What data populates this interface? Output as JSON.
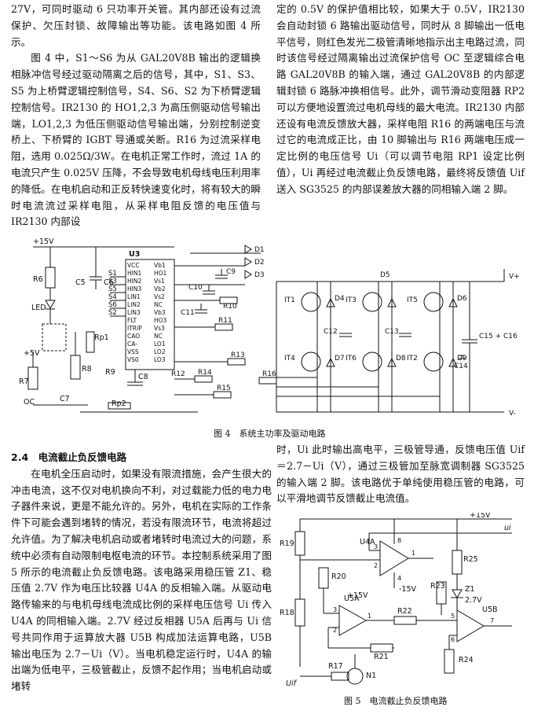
{
  "top_left": {
    "p1": "27V，可同时驱动 6 只功率开关管。其内部还设有过流保护、欠压封锁、故障输出等功能。该电路如图 4 所示。",
    "p2": "图 4 中，S1～S6 为从 GAL20V8B 输出的逻辑换相脉冲信号经过驱动隔离之后的信号，其中，S1、S3、S5 为上桥臂逻辑控制信号，S4、S6、S2 为下桥臂逻辑控制信号。IR2130 的 HO1,2,3 为高压侧驱动信号输出端，LO1,2,3 为低压侧驱动信号输出端，分别控制逆变桥上、下桥臂的 IGBT 导通或关断。R16 为过流采样电阻，选用 0.025Ω/3W。在电机正常工作时，流过 1A 的电流只产生 0.025V 压降，不会导致电机母线电压利用率的降低。在电机启动和正反转快速变化时，将有较大的瞬时电流流过采样电阻，从采样电阻反馈的电压值与 IR2130 内部设"
  },
  "top_right": {
    "p1": "定的 0.5V 的保护值相比较，如果大于 0.5V，IR2130 会自动封锁 6 路输出驱动信号，同时从 8 脚输出一低电平信号，则红色发光二极管清晰地指示出主电路过流，同时该信号经过隔离输出过流保护信号 OC 至逻辑综合电路 GAL20V8B 的输入端，通过 GAL20V8B 的内部逻辑封锁 6 路脉冲换相信号。此外，调节滑动变阻器 RP2 可以方便地设置流过电机母线的最大电流。IR2130 内部还设有电流反馈放大器，采样电阻 R16 的两端电压与流过它的电流成正比，由 10 脚输出与 R16 两端电压成一定比例的电压信号 Ui（可以调节电阻 RP1 设定比例值），Ui 再经过电流截止负反馈电路，最终将反馈值 Uif 送入 SG3525 的内部误差放大器的同相输入端 2 脚。"
  },
  "fig4": {
    "caption": "图 4　系统主功率及驱动电路",
    "labels": {
      "vcc": "+15V",
      "r6": "R6",
      "c5": "C5",
      "c6": "C6",
      "led": "LED",
      "plus5": "+5V",
      "r7": "R7",
      "r8": "R8",
      "oc": "OC",
      "c7": "C7",
      "rp1": "Rp1",
      "rp2": "Rp2",
      "r9": "R9",
      "c8": "C8",
      "u3": "U3",
      "pins_left": [
        "VCC",
        "HIN1",
        "HIN2",
        "HIN3",
        "LIN1",
        "LIN2",
        "LIN3",
        "FLT",
        "ITRIP",
        "CAO",
        "CA-",
        "VSS",
        "VS0"
      ],
      "pins_right": [
        "Vb1",
        "HO1",
        "Vs1",
        "Vb2",
        "Vs2",
        "NC",
        "Vb3",
        "HO3",
        "Vs3",
        "NC",
        "LO1",
        "LO2",
        "LO3"
      ],
      "s": [
        "S1",
        "S3",
        "S5",
        "S4",
        "S6",
        "S2"
      ],
      "c9": "C9",
      "c10": "C10",
      "c11": "C11",
      "c12": "C12",
      "c13": "C13",
      "c14": "C14",
      "c15c16": "C15 + C16",
      "d": [
        "D1",
        "D2",
        "D3",
        "D4",
        "D5",
        "D6",
        "D7",
        "D8",
        "D9"
      ],
      "r": [
        "R10",
        "R11",
        "R12",
        "R13",
        "R14",
        "R15",
        "R16"
      ],
      "it": [
        "IT1",
        "IT3",
        "IT5",
        "IT4",
        "IT6",
        "IT2"
      ],
      "vplus": "V+",
      "vminus": "V-"
    }
  },
  "section": {
    "title": "2.4　电流截止负反馈电路",
    "p1": "在电机全压启动时，如果没有限流措施，会产生很大的冲击电流，这不仅对电机换向不利，对过载能力低的电力电子器件来说，更是不能允许的。另外，电机在实际的工作条件下可能会遇到堵转的情况，若没有限流环节，电流将超过允许值。为了解决电机启动或者堵转时电流过大的问题，系统中必须有自动限制电枢电流的环节。本控制系统采用了图 5 所示的电流截止负反馈电路。该电路采用稳压管 Z1、稳压值 2.7V 作为电压比较器 U4A 的反相输入端。从驱动电路传输来的与电机母线电流成比例的采样电压信号 Ui 传入 U4A 的同相输入端。2.7V 经过反相器 U5A 后再与 Ui 信号共同作用于运算放大器 U5B 构成加法运算电路，U5B 输出电压为 2.7－Ui（V）。当电机稳定运行时，U4A 的输出端为低电平，三极管截止，反馈不起作用；当电机启动或堵转"
  },
  "bot_right": {
    "p1": "时，Ui 此时输出高电平，三极管导通，反馈电压值 Uif＝2.7－Ui（V），通过三极管加至脉宽调制器 SG3525 的输入端 2 脚。该电路优于单纯使用稳压管的电路，可以平滑地调节反馈截止电流值。"
  },
  "fig5": {
    "caption": "图 5　电流截止负反馈电路",
    "labels": {
      "vcc": "+15V",
      "ui": "ui",
      "r19": "R19",
      "r18": "R18",
      "u4a": "U4A",
      "r25": "R25",
      "z1": "Z1",
      "z1v": "2.7V",
      "r20": "R20",
      "r23": "R23",
      "u5a": "U5A",
      "r22": "R22",
      "r21": "R21",
      "u5b": "U5B",
      "r24": "R24",
      "m15": "-15V",
      "p15": "+15V",
      "n1": "N1",
      "r17": "R17",
      "uif": "Uif",
      "pins": [
        "8",
        "3",
        "2",
        "1",
        "4",
        "3",
        "2",
        "1",
        "5",
        "6",
        "7"
      ]
    }
  }
}
